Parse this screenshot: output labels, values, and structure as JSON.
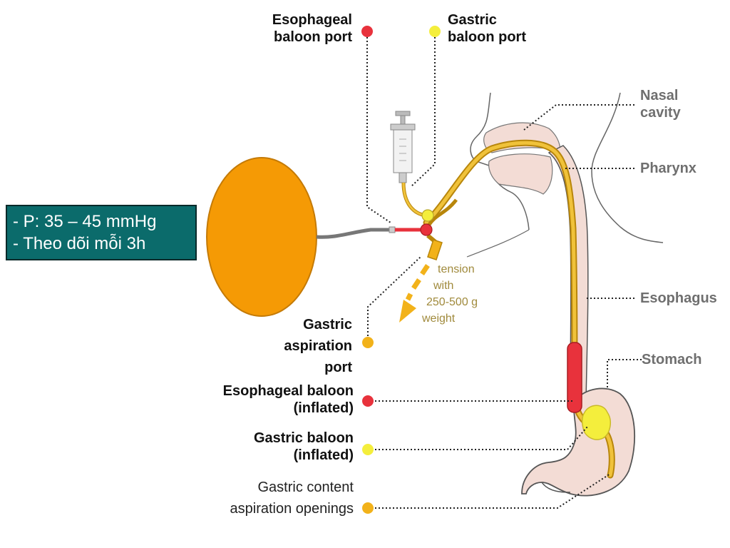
{
  "labels": {
    "esophageal_port": [
      "Esophageal",
      "baloon port"
    ],
    "gastric_port": [
      "Gastric",
      "baloon port"
    ],
    "nasal_cavity": [
      "Nasal",
      "cavity"
    ],
    "pharynx": "Pharynx",
    "esophagus": "Esophagus",
    "stomach": "Stomach",
    "gastric_aspiration_port": [
      "Gastric",
      "aspiration",
      "port"
    ],
    "esophageal_balloon_inflated": [
      "Esophageal baloon",
      "(inflated)"
    ],
    "gastric_balloon_inflated": [
      "Gastric baloon",
      "(inflated)"
    ],
    "gastric_content_openings": [
      "Gastric content",
      "aspiration openings"
    ],
    "tension": [
      "tension",
      "with",
      "250-500 g",
      "weight"
    ]
  },
  "info_box": {
    "line1": "-  P: 35 – 45 mmHg",
    "line2": "- Theo dõi mỗi 3h"
  },
  "colors": {
    "marker_red": "#e8323c",
    "marker_yellow": "#f4ee3c",
    "marker_orange": "#f2b21a",
    "tube_gold": "#e7b21e",
    "balloon_orange": "#f59a05",
    "info_box_bg": "#0b6b6b",
    "tissue_pink": "#f3dcd5"
  }
}
